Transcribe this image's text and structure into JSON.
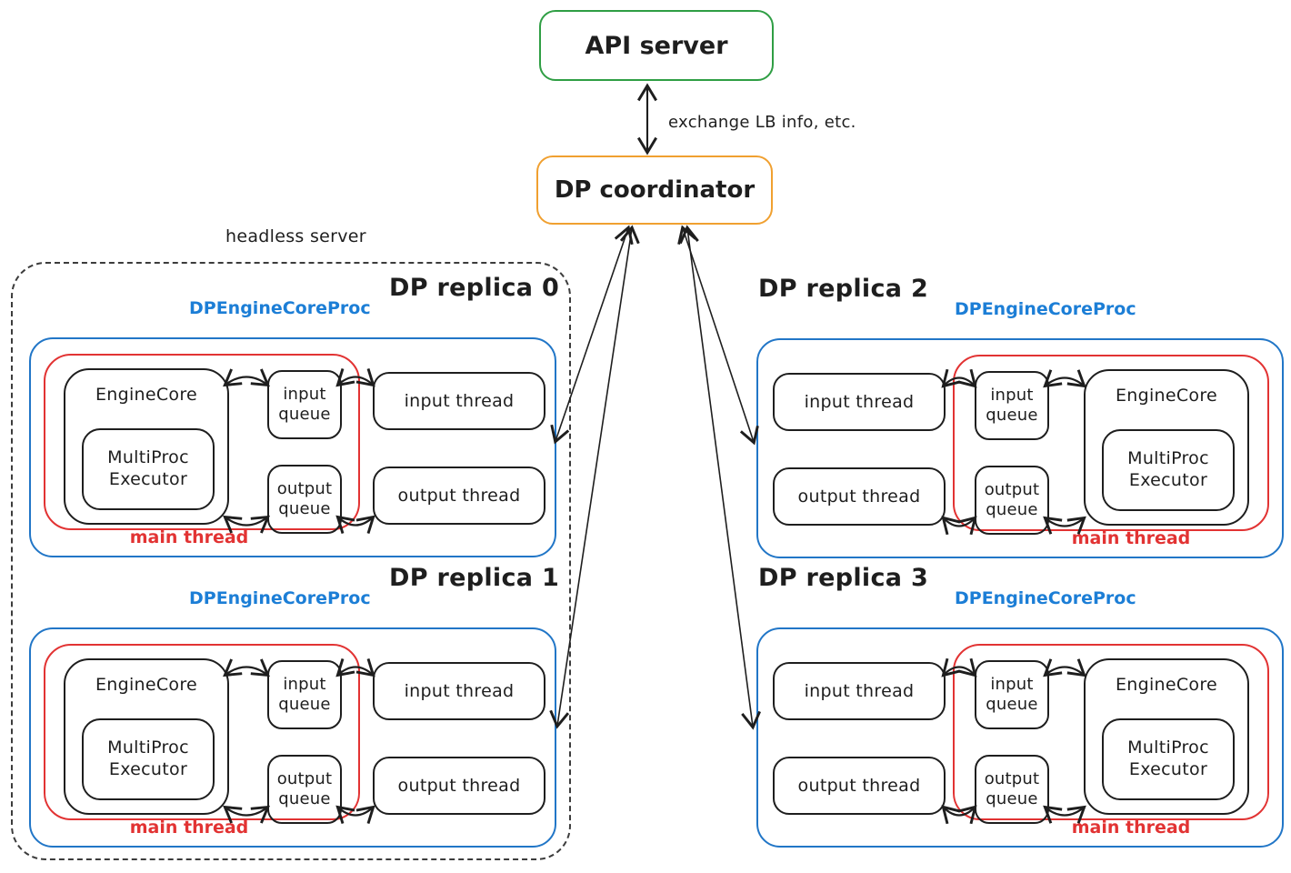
{
  "colors": {
    "green": "#2f9e44",
    "orange": "#f0a030",
    "blue": "#2176c7",
    "label_blue": "#1c7ed6",
    "red": "#e23333",
    "ink": "#1e1e1e"
  },
  "api_server": {
    "label": "API server"
  },
  "coordinator": {
    "label": "DP coordinator"
  },
  "exchange_label": "exchange LB info, etc.",
  "headless_server": {
    "label": "headless server"
  },
  "replicas": [
    {
      "title": "DP replica 0",
      "proc_label": "DPEngineCoreProc",
      "engine_core": "EngineCore",
      "executor": "MultiProc Executor",
      "input_queue": "input queue",
      "output_queue": "output queue",
      "input_thread": "input thread",
      "output_thread": "output thread",
      "main_thread": "main thread"
    },
    {
      "title": "DP replica 1",
      "proc_label": "DPEngineCoreProc",
      "engine_core": "EngineCore",
      "executor": "MultiProc Executor",
      "input_queue": "input queue",
      "output_queue": "output queue",
      "input_thread": "input thread",
      "output_thread": "output thread",
      "main_thread": "main thread"
    },
    {
      "title": "DP replica 2",
      "proc_label": "DPEngineCoreProc",
      "engine_core": "EngineCore",
      "executor": "MultiProc Executor",
      "input_queue": "input queue",
      "output_queue": "output queue",
      "input_thread": "input thread",
      "output_thread": "output thread",
      "main_thread": "main thread"
    },
    {
      "title": "DP replica 3",
      "proc_label": "DPEngineCoreProc",
      "engine_core": "EngineCore",
      "executor": "MultiProc Executor",
      "input_queue": "input queue",
      "output_queue": "output queue",
      "input_thread": "input thread",
      "output_thread": "output thread",
      "main_thread": "main thread"
    }
  ]
}
